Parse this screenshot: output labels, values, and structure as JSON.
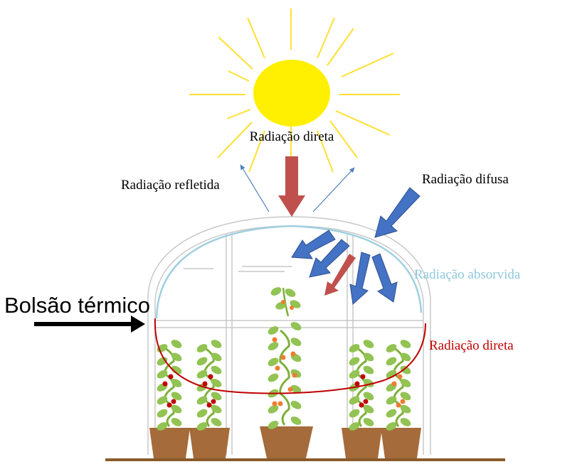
{
  "labels": {
    "direct_top": "Radiação direta",
    "reflected": "Radiação refletida",
    "diffuse": "Radiação difusa",
    "absorbed": "Radiação absorvida",
    "direct_inside": "Radiação direta",
    "thermal_pocket": "Bolsão térmico"
  },
  "colors": {
    "sun": "#ffef00",
    "sun_rays": "#ffe033",
    "direct_arrow": "#c0504d",
    "diffuse_arrow": "#4472c4",
    "diffuse_arrow_edge": "#2f528f",
    "reflected_arrow": "#4f81bd",
    "absorbed_line": "#9fcfe0",
    "absorbed_text": "#8fc8dc",
    "direct_curve": "#c00000",
    "greenhouse_frame": "#c8c8c8",
    "pot": "#a56b3b",
    "ground": "#8b5a2b",
    "leaf": "#92c353",
    "vine": "#7fb03a",
    "tomato_red": "#c00000",
    "tomato_orange": "#ed7d31",
    "thermal_arrow": "#000000"
  },
  "icons": {
    "sun": "sun-icon",
    "pot": "flower-pot-icon",
    "plant": "tomato-plant-icon"
  }
}
